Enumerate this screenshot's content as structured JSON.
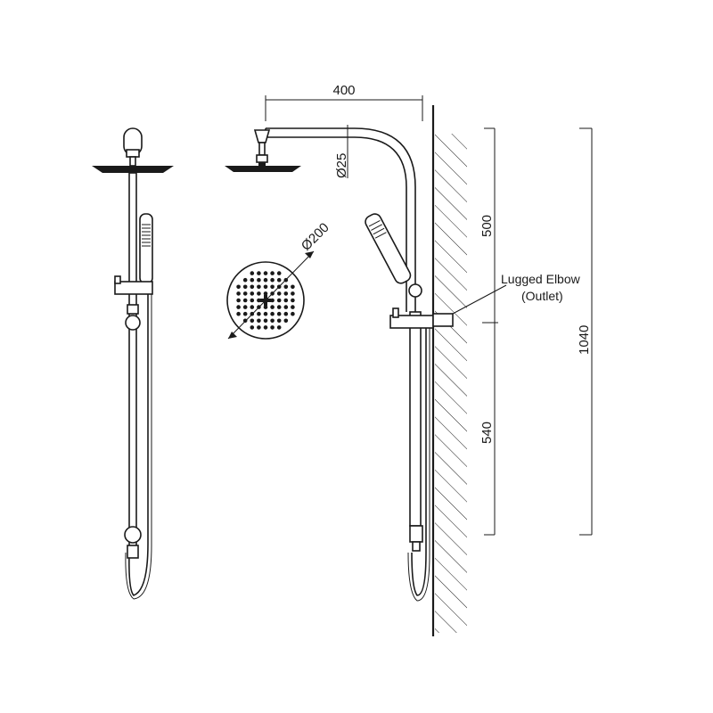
{
  "dimensions": {
    "arm_length": "400",
    "arm_diameter": "Ø25",
    "head_diameter": "Ø200",
    "upper_height": "500",
    "lower_height": "540",
    "total_height": "1040"
  },
  "callout": {
    "line1": "Lugged Elbow",
    "line2": "(Outlet)"
  }
}
